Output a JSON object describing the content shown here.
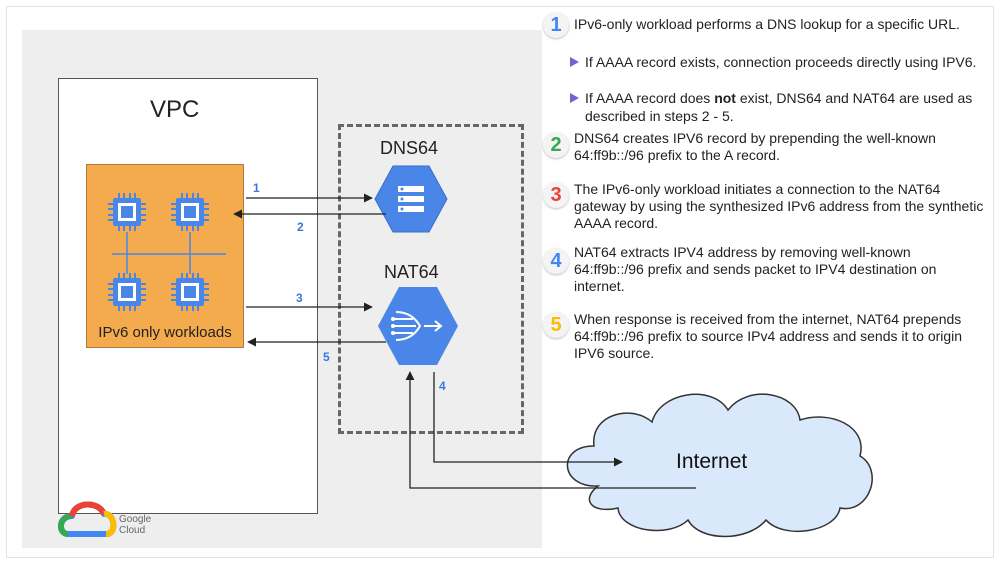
{
  "diagram": {
    "vpc_title": "VPC",
    "workload_label": "IPv6 only workloads",
    "dns64_title": "DNS64",
    "nat64_title": "NAT64",
    "internet_label": "Internet",
    "arrow_labels": [
      "1",
      "2",
      "3",
      "5",
      "4"
    ],
    "logo": {
      "line1": "Google",
      "line2": "Cloud"
    },
    "colors": {
      "workload_fill": "#f4ab4e",
      "service_hex": "#4a86e8",
      "arrow_number": "#3c78d8",
      "cloud_fill": "#d9e8fb"
    }
  },
  "steps": [
    {
      "number": "1",
      "number_color": "#4285f4",
      "text": "IPv6-only workload performs a DNS lookup for a specific URL."
    },
    {
      "number": "2",
      "number_color": "#34a853",
      "text": "DNS64 creates IPV6 record by prepending the well-known 64:ff9b::/96 prefix to the A record."
    },
    {
      "number": "3",
      "number_color": "#ea4335",
      "text": "The IPv6-only workload initiates a connection to the NAT64 gateway by using the synthesized IPv6 address from the synthetic AAAA record."
    },
    {
      "number": "4",
      "number_color": "#4285f4",
      "text": "NAT64 extracts IPV4 address by removing well-known 64:ff9b::/96 prefix and sends packet to IPV4 destination on internet."
    },
    {
      "number": "5",
      "number_color": "#fbbc04",
      "text": "When response is received from the internet, NAT64 prepends 64:ff9b::/96 prefix to source IPv4 address and sends it to origin IPV6 source."
    }
  ],
  "bullets": [
    {
      "text": "If AAAA record exists, connection proceeds directly using IPV6."
    },
    {
      "before": "If AAAA record does ",
      "bold": "not",
      "after": " exist, DNS64 and NAT64 are used as described in steps 2 - 5."
    }
  ]
}
